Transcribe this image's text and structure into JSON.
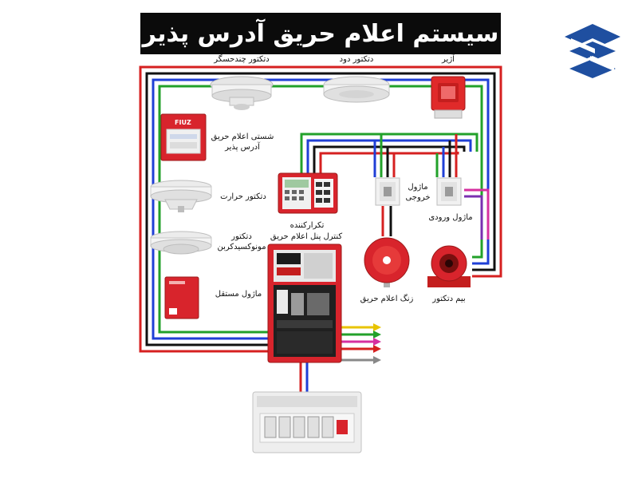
{
  "title": "سیستم اعلام حریق آدرس پذیر",
  "labels": {
    "multi_detector": "دتکتور چندحسگر",
    "smoke_detector": "دتکتور دود",
    "siren": "آژیر",
    "manual_call_point_line1": "شستی اعلام حریق",
    "manual_call_point_line2": "آدرس پذیر",
    "heat_detector": "دتکتور حرارت",
    "co_detector_line1": "دتکتور",
    "co_detector_line2": "مونوکسیدکربن",
    "independent_module": "ماژول مستقل",
    "repeater_line1": "تکرارکننده",
    "repeater_line2": "کنترل پنل اعلام حریق",
    "output_module_line1": "ماژول",
    "output_module_line2": "خروجی",
    "input_module": "ماژول ورودی",
    "fire_bell": "زنگ اعلام حریق",
    "beam_detector": "بیم دتکتور",
    "call_point_brand": "FIUZ"
  },
  "colors": {
    "wire_red": "#d62020",
    "wire_blue": "#1f3fd6",
    "wire_green": "#22a12a",
    "wire_black": "#111111",
    "wire_yellow": "#e8c400",
    "wire_magenta": "#d62fa0",
    "panel_red": "#d8242c",
    "logo_blue": "#1f4fa0"
  },
  "icons": {
    "logo": "stacked-s-logo-icon"
  }
}
